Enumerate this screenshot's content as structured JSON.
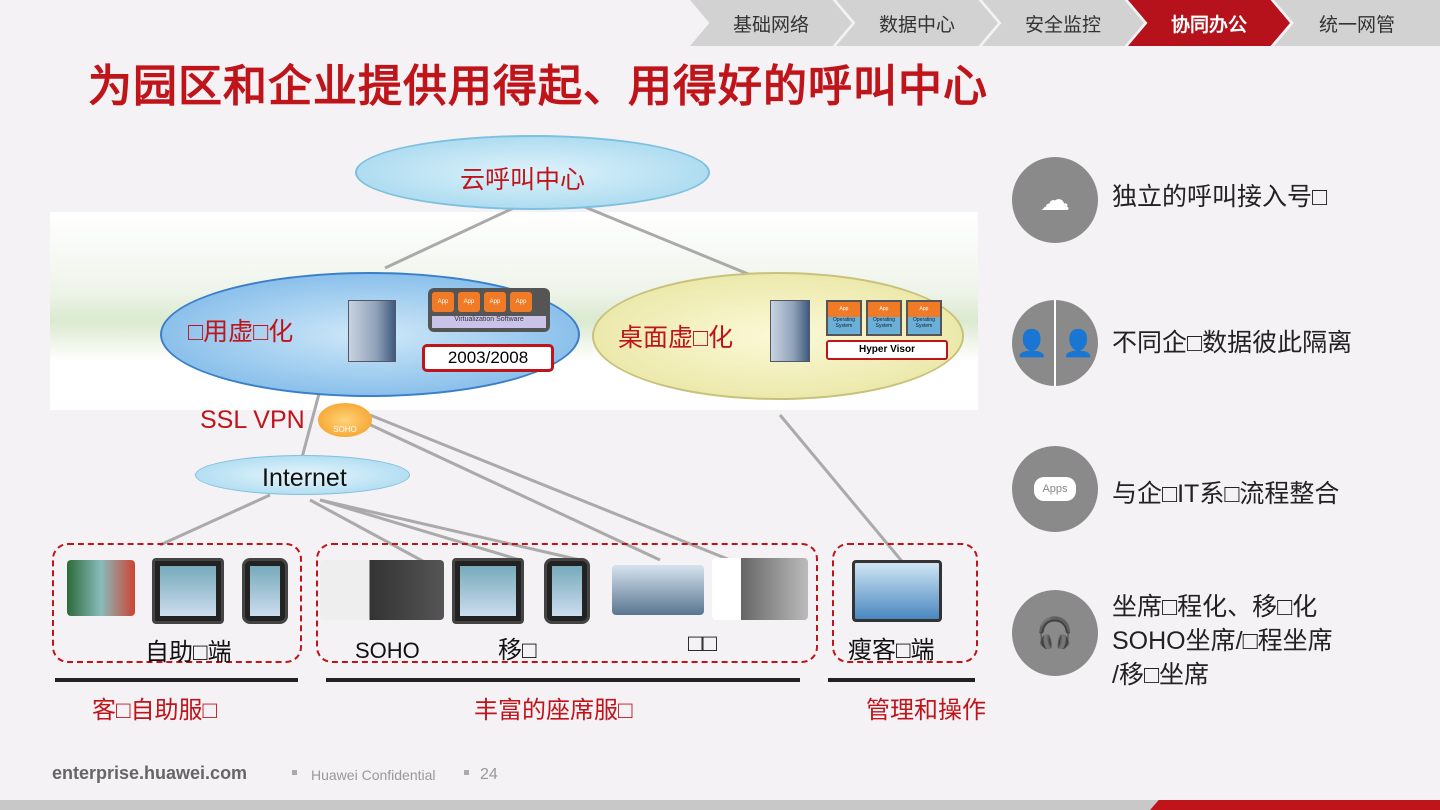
{
  "nav": [
    {
      "label": "基础网络"
    },
    {
      "label": "数据中心"
    },
    {
      "label": "安全监控"
    },
    {
      "label": "协同办公",
      "active": true
    },
    {
      "label": "统一网管"
    }
  ],
  "title": "为园区和企业提供用得起、用得好的呼叫中心",
  "diagram": {
    "cloud_center": "云呼叫中心",
    "app_virtualization": "□用虚□化",
    "app_virt_software": "Virtualization Software",
    "app_label": "App",
    "os_version": "2003/2008",
    "desktop_virtualization": "桌面虚□化",
    "os_label": "Operating System",
    "hypervisor": "Hyper Visor",
    "ssl_vpn": "SSL VPN",
    "soho_badge": "SOHO",
    "internet": "Internet",
    "groups": [
      {
        "device_label": "自助□端",
        "category": "客□自助服□"
      },
      {
        "device_labels": [
          "SOHO",
          "移□",
          "□□"
        ],
        "category": "丰富的座席服□"
      },
      {
        "device_label": "瘦客□端",
        "category": "管理和操作"
      }
    ]
  },
  "features": [
    {
      "icon": "cloud-wifi-icon",
      "text": "独立的呼叫接入号□"
    },
    {
      "icon": "users-split-icon",
      "text": "不同企□数据彼此隔离"
    },
    {
      "icon": "apps-cloud-icon",
      "icon_text": "Apps",
      "text": "与企□IT系□流程整合"
    },
    {
      "icon": "headset-agent-icon",
      "lines": [
        "坐席□程化、移□化",
        "SOHO坐席/□程坐席",
        "/移□坐席"
      ]
    }
  ],
  "footer": {
    "site": "enterprise.huawei.com",
    "confidential": "Huawei Confidential",
    "page": "24"
  },
  "colors": {
    "brand_red": "#c0141b",
    "nav_gray": "#d2d2d2"
  }
}
